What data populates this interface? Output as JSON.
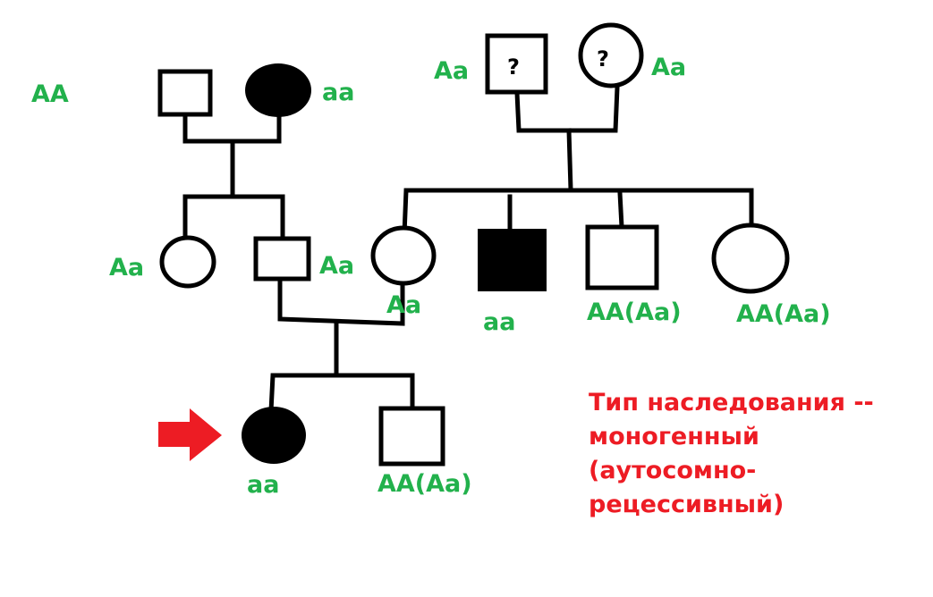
{
  "title": "Pedigree chart",
  "colors": {
    "genotype": "#22b14c",
    "note": "#ed1c24",
    "affected": "#000000",
    "proband_arrow": "#ed1c24"
  },
  "individuals": {
    "g1_father": {
      "sex": "male",
      "affected": false,
      "genotype": "AA"
    },
    "g1_mother": {
      "sex": "female",
      "affected": true,
      "genotype": "aa"
    },
    "g1b_father": {
      "sex": "male",
      "affected": false,
      "genotype": "Aa",
      "mark": "?"
    },
    "g1b_mother": {
      "sex": "female",
      "affected": false,
      "genotype": "Aa",
      "mark": "?"
    },
    "g2_sister": {
      "sex": "female",
      "affected": false,
      "genotype": "Aa"
    },
    "g2_father": {
      "sex": "male",
      "affected": false,
      "genotype": "Aa"
    },
    "g2_mother": {
      "sex": "female",
      "affected": false,
      "genotype": "Aa"
    },
    "g2_brother_affected": {
      "sex": "male",
      "affected": true,
      "genotype": "aa"
    },
    "g2_brother": {
      "sex": "male",
      "affected": false,
      "genotype": "AA(Aa)"
    },
    "g2_sister2": {
      "sex": "female",
      "affected": false,
      "genotype": "AA(Aa)"
    },
    "g3_proband": {
      "sex": "female",
      "affected": true,
      "genotype": "aa",
      "proband": true
    },
    "g3_brother": {
      "sex": "male",
      "affected": false,
      "genotype": "AA(Aa)"
    }
  },
  "note": {
    "lines": [
      "Тип наследования --",
      "моногенный",
      "(аутосомно-",
      "рецессивный)"
    ]
  }
}
